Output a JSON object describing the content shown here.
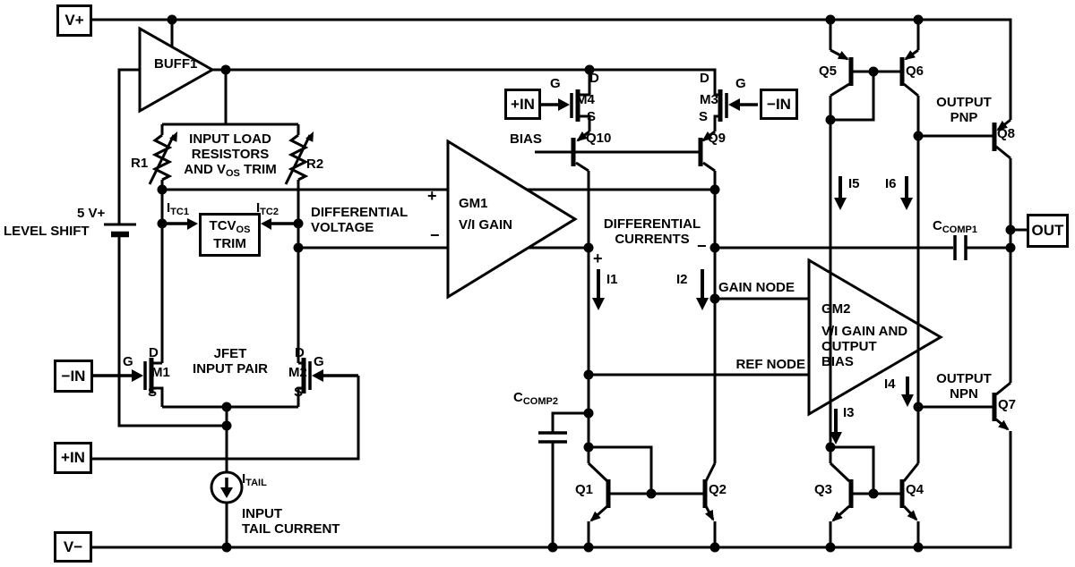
{
  "terminals": {
    "v_plus": "V+",
    "v_minus": "V−",
    "out": "OUT",
    "plus_in_left": "+IN",
    "minus_in_left": "−IN",
    "plus_in_top": "+IN",
    "minus_in_top": "−IN"
  },
  "blocks": {
    "buff1": "BUFF1",
    "gm1_name": "GM1",
    "gm1_desc": "V/I GAIN",
    "gm2_name": "GM2",
    "gm2_desc1": "V/I GAIN AND",
    "gm2_desc2": "OUTPUT",
    "gm2_desc3": "BIAS",
    "tcvos_main": "TCV",
    "tcvos_sub": "OS",
    "tcvos_line2": "TRIM"
  },
  "components": {
    "r1": "R1",
    "r2": "R2",
    "m1": "M1",
    "m2": "M2",
    "m3": "M3",
    "m4": "M4",
    "q1": "Q1",
    "q2": "Q2",
    "q3": "Q3",
    "q4": "Q4",
    "q5": "Q5",
    "q6": "Q6",
    "q7": "Q7",
    "q8": "Q8",
    "q9": "Q9",
    "q10": "Q10",
    "ccomp1_main": "C",
    "ccomp1_sub": "COMP1",
    "ccomp2_main": "C",
    "ccomp2_sub": "COMP2"
  },
  "pins": {
    "g": "G",
    "d": "D",
    "s": "S"
  },
  "signs": {
    "plus": "+",
    "minus": "−"
  },
  "currents": {
    "i1": "I1",
    "i2": "I2",
    "i3": "I3",
    "i4": "I4",
    "i5": "I5",
    "i6": "I6",
    "itc1_main": "I",
    "itc1_sub": "TC1",
    "itc2_main": "I",
    "itc2_sub": "TC2",
    "itail_main": "I",
    "itail_sub": "TAIL"
  },
  "annotations": {
    "input_load_1": "INPUT LOAD",
    "input_load_2": "RESISTORS",
    "input_load_3a": "AND V",
    "input_load_3sub": "OS",
    "input_load_3b": " TRIM",
    "diff_voltage_1": "DIFFERENTIAL",
    "diff_voltage_2": "VOLTAGE",
    "diff_currents_1": "DIFFERENTIAL",
    "diff_currents_2": "CURRENTS",
    "gain_node": "GAIN NODE",
    "ref_node": "REF NODE",
    "bias": "BIAS",
    "output_pnp_1": "OUTPUT",
    "output_pnp_2": "PNP",
    "output_npn_1": "OUTPUT",
    "output_npn_2": "NPN",
    "jfet_1": "JFET",
    "jfet_2": "INPUT PAIR",
    "level_shift_1": "5 V",
    "level_shift_plus": "+",
    "level_shift_2": "LEVEL SHIFT",
    "input_tail_1": "INPUT",
    "input_tail_2": "TAIL CURRENT"
  }
}
